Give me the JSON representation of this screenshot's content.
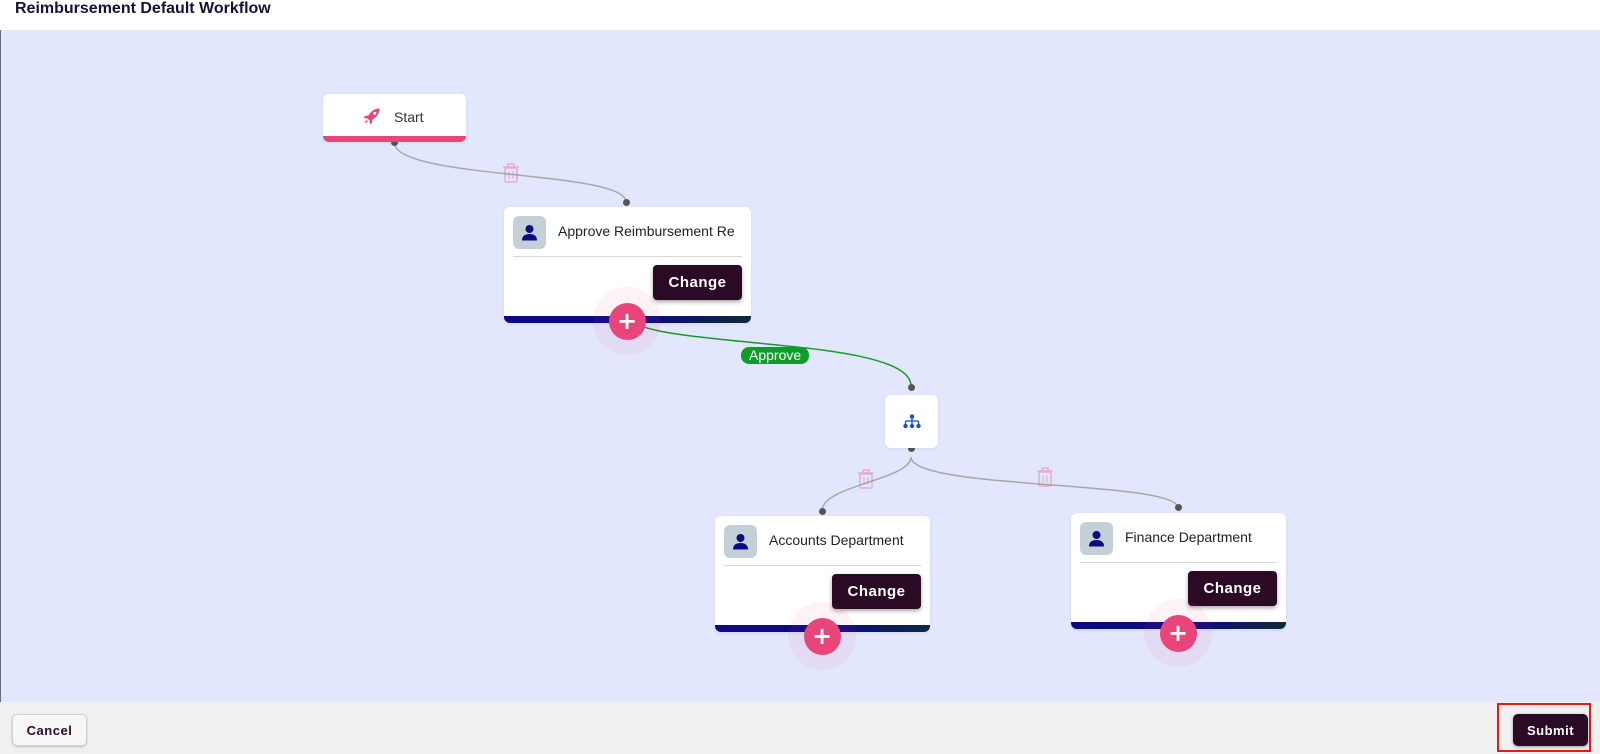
{
  "header": {
    "title": "Reimbursement Default Workflow"
  },
  "workflow": {
    "start_node": {
      "label": "Start",
      "icon": "rocket-icon"
    },
    "approval_node": {
      "title": "Approve Reimbursement Re",
      "change_label": "Change",
      "icon": "user-icon"
    },
    "edge_label": "Approve",
    "branch_node": {
      "icon": "sitemap-icon"
    },
    "accounts_node": {
      "title": "Accounts Department",
      "change_label": "Change",
      "icon": "user-icon"
    },
    "finance_node": {
      "title": "Finance Department",
      "change_label": "Change",
      "icon": "user-icon"
    },
    "add_symbol": "+"
  },
  "footer": {
    "cancel_label": "Cancel",
    "submit_label": "Submit"
  },
  "colors": {
    "canvas_bg": "#e3e7fd",
    "accent_pink": "#e8457b",
    "dark_button": "#2b0a26",
    "approve_green": "#0d9e2a",
    "card_bar_navy": "#0b0a80",
    "highlight_red": "#e21b1b"
  }
}
